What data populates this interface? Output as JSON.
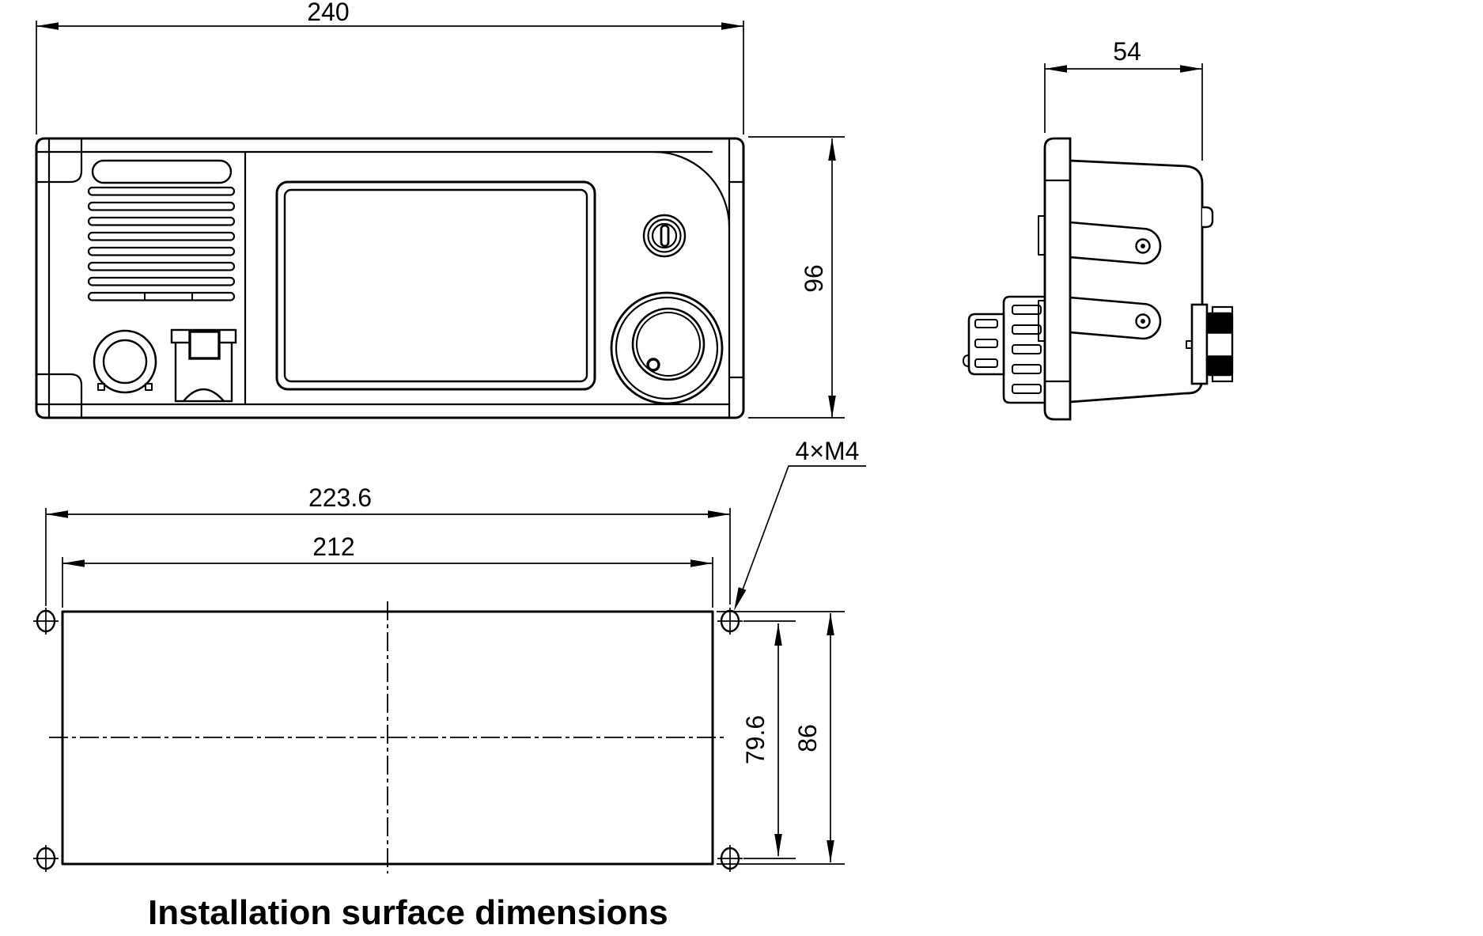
{
  "front_view": {
    "width_dim": "240",
    "height_dim": "96"
  },
  "side_view": {
    "depth_dim": "54"
  },
  "installation_view": {
    "overall_width_dim": "223.6",
    "cutout_width_dim": "212",
    "hole_pitch_dim": "79.6",
    "cutout_height_dim": "86",
    "thread_callout": "4×M4",
    "caption": "Installation surface dimensions"
  }
}
